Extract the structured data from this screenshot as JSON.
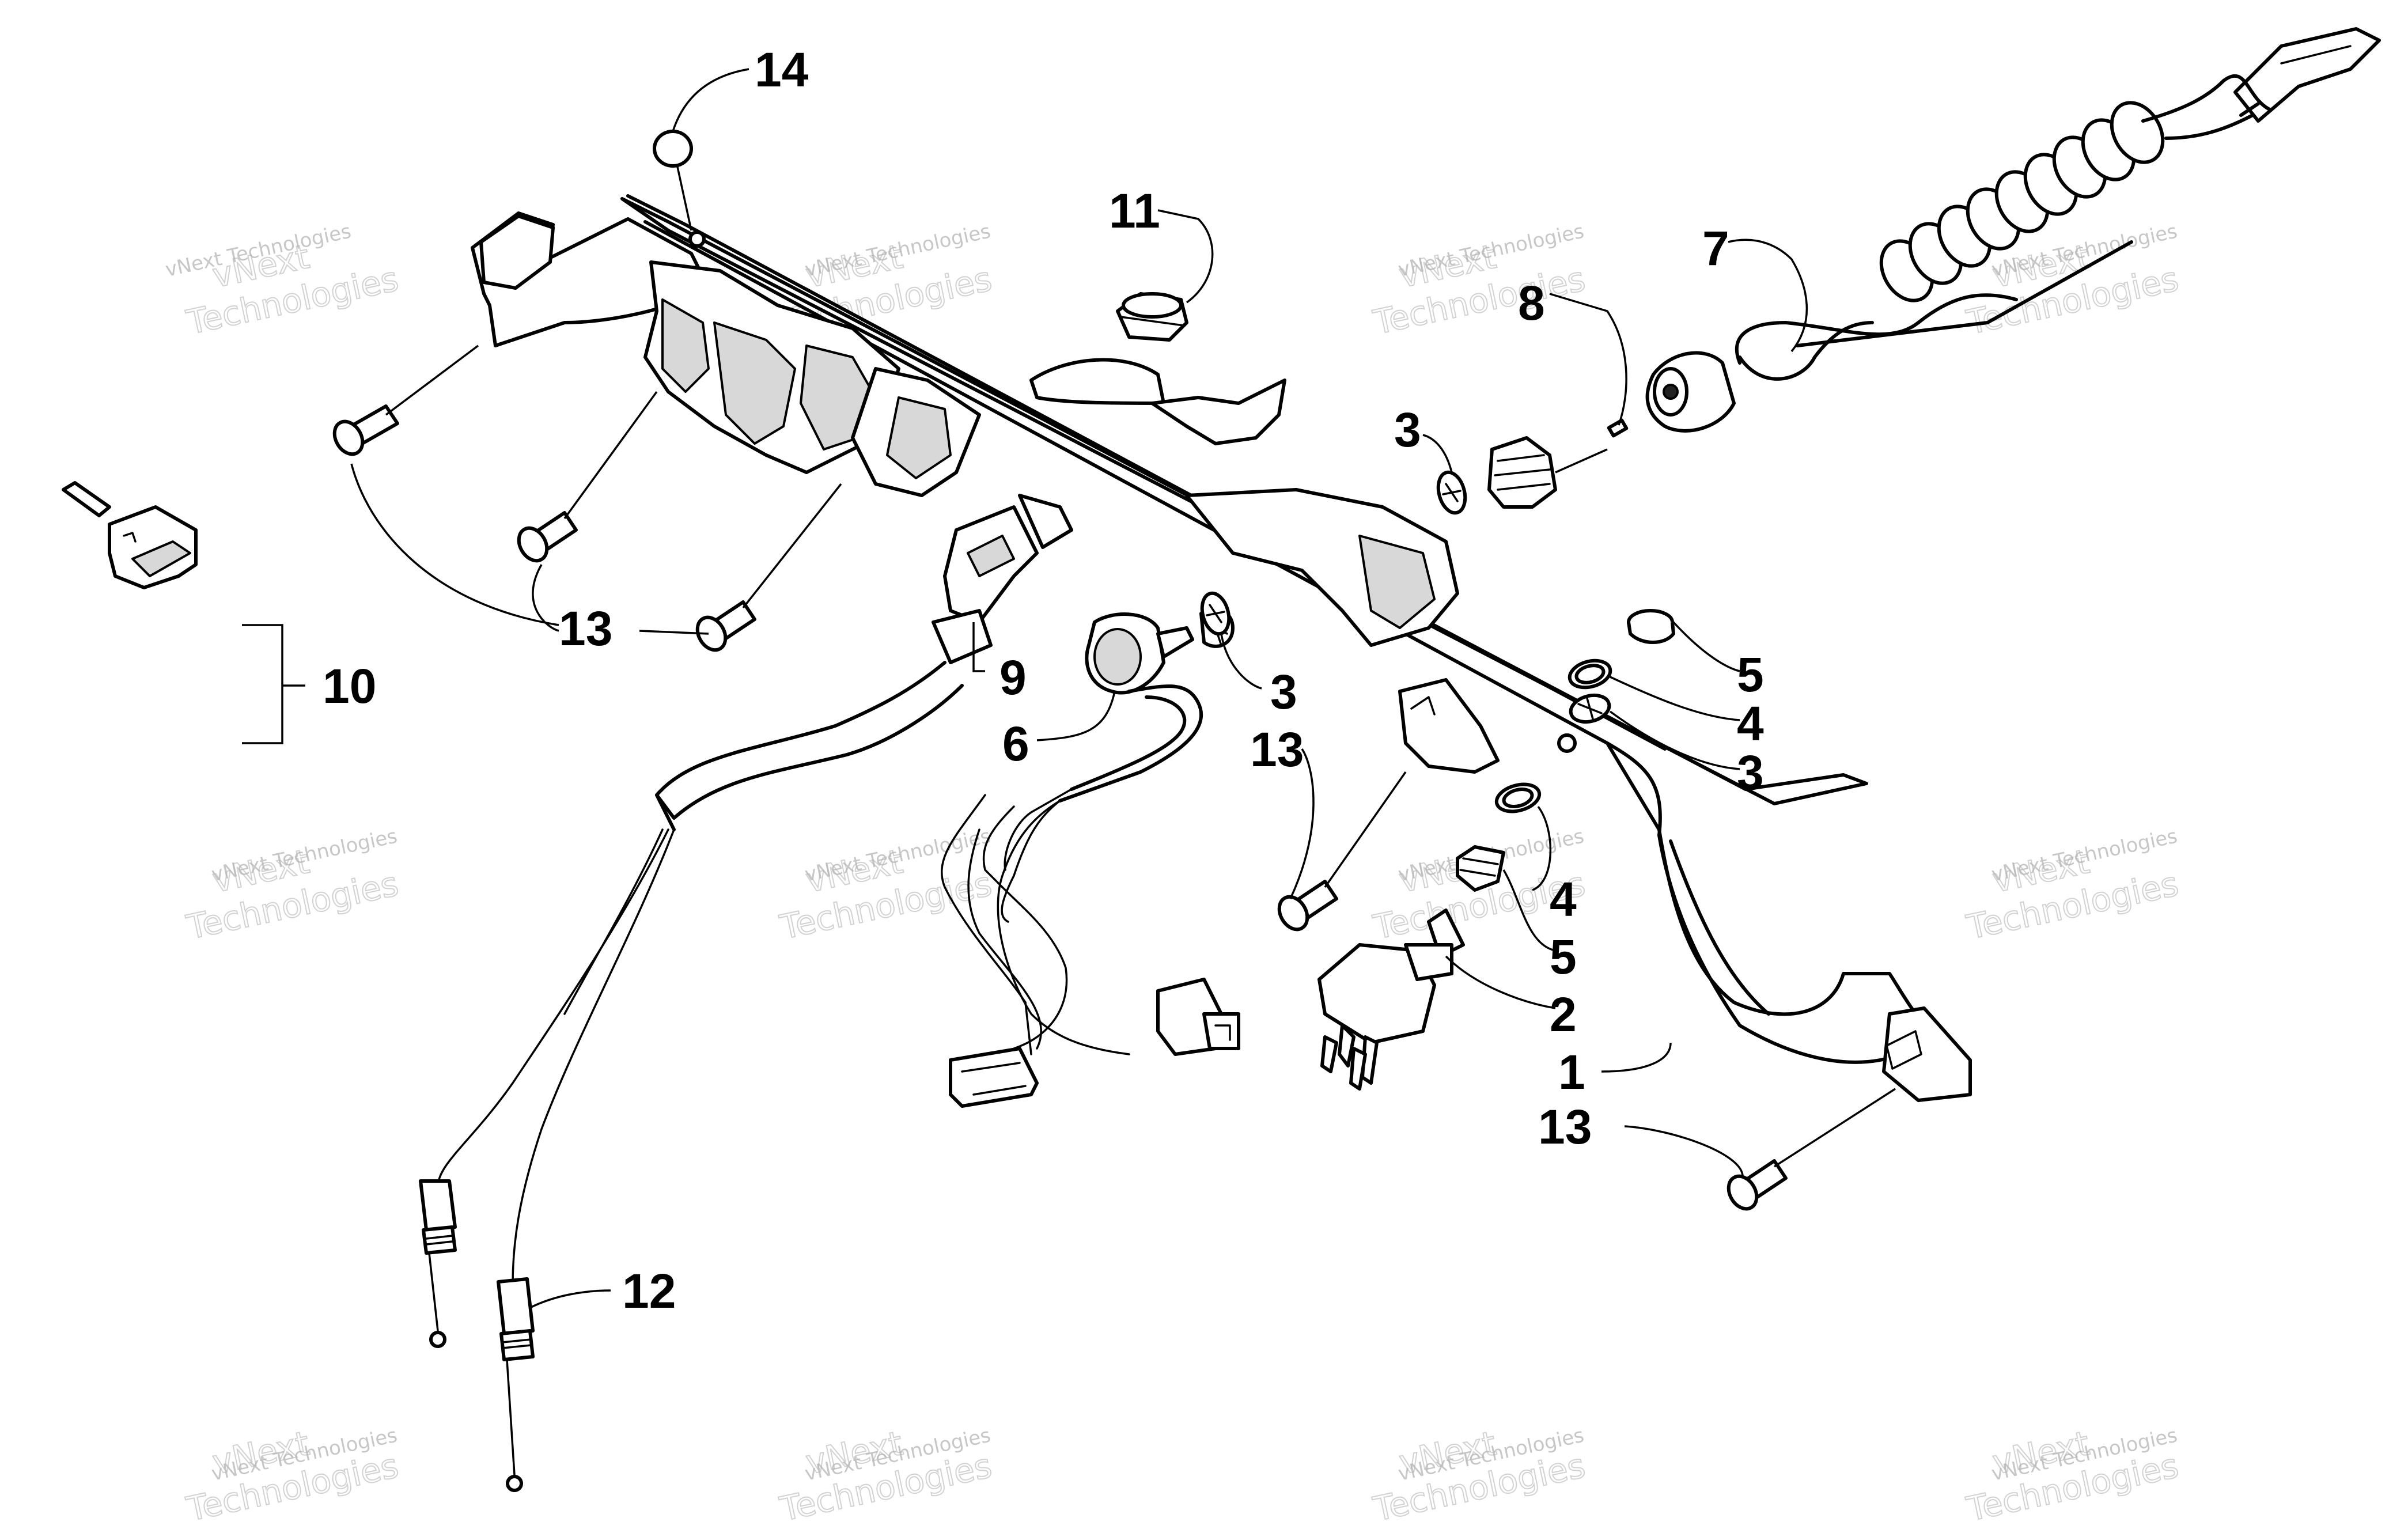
{
  "callouts": [
    {
      "id": "c14",
      "label": "14"
    },
    {
      "id": "c11",
      "label": "11"
    },
    {
      "id": "c7",
      "label": "7"
    },
    {
      "id": "c8",
      "label": "8"
    },
    {
      "id": "c3a",
      "label": "3"
    },
    {
      "id": "c13a",
      "label": "13"
    },
    {
      "id": "c10",
      "label": "10"
    },
    {
      "id": "c9",
      "label": "9"
    },
    {
      "id": "c6",
      "label": "6"
    },
    {
      "id": "c3b",
      "label": "3"
    },
    {
      "id": "c13b",
      "label": "13"
    },
    {
      "id": "c5a",
      "label": "5"
    },
    {
      "id": "c4a",
      "label": "4"
    },
    {
      "id": "c3c",
      "label": "3"
    },
    {
      "id": "c4b",
      "label": "4"
    },
    {
      "id": "c5b",
      "label": "5"
    },
    {
      "id": "c2",
      "label": "2"
    },
    {
      "id": "c1",
      "label": "1"
    },
    {
      "id": "c13c",
      "label": "13"
    },
    {
      "id": "c12",
      "label": "12"
    }
  ],
  "watermark": {
    "line1": "vNext Technologies",
    "line2": "vNext",
    "line3": "Technologies"
  }
}
